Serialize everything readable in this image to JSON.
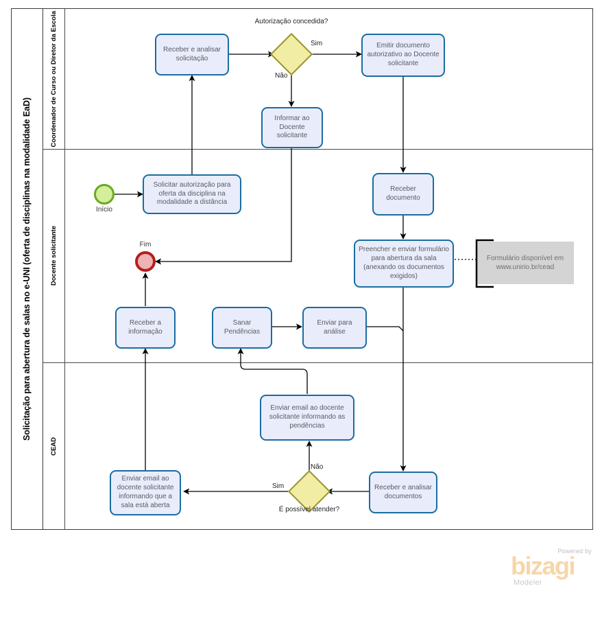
{
  "pool": {
    "title": "Solicitação para abertura de salas no e-UNI (oferta de disciplinas na modalidade EaD)"
  },
  "lanes": [
    {
      "id": "lane-coordenador",
      "label": "Coordenador de Curso ou Diretor da Escola"
    },
    {
      "id": "lane-docente",
      "label": "Docente  solicitante"
    },
    {
      "id": "lane-cead",
      "label": "CEAD"
    }
  ],
  "events": [
    {
      "id": "start-event",
      "type": "start",
      "label": "Início"
    },
    {
      "id": "end-event",
      "type": "end",
      "label": "Fim"
    }
  ],
  "tasks": [
    {
      "id": "task-receber-analisar-solicitacao",
      "lane": "lane-coordenador",
      "label": "Receber  e analisar solicitação"
    },
    {
      "id": "task-emitir-documento-autorizativo",
      "lane": "lane-coordenador",
      "label": "Emitir documento autorizativo ao Docente solicitante"
    },
    {
      "id": "task-informar-docente-solicitante",
      "lane": "lane-coordenador",
      "label": "Informar ao Docente solicitante"
    },
    {
      "id": "task-solicitar-autorizacao",
      "lane": "lane-docente",
      "label": "Solicitar autorização para oferta da disciplina na modalidade a distância"
    },
    {
      "id": "task-receber-documento",
      "lane": "lane-docente",
      "label": "Receber documento"
    },
    {
      "id": "task-preencher-enviar-formulario",
      "lane": "lane-docente",
      "label": "Preencher e enviar formulário para abertura da sala (anexando os documentos exigidos)"
    },
    {
      "id": "task-receber-informacao",
      "lane": "lane-docente",
      "label": "Receber a informação"
    },
    {
      "id": "task-sanar-pendencias",
      "lane": "lane-docente",
      "label": "Sanar Pendências"
    },
    {
      "id": "task-enviar-para-analise",
      "lane": "lane-docente",
      "label": "Enviar para análise"
    },
    {
      "id": "task-enviar-email-pendencias",
      "lane": "lane-cead",
      "label": "Enviar email ao docente solicitante informando as pendências"
    },
    {
      "id": "task-enviar-email-sala-aberta",
      "lane": "lane-cead",
      "label": "Enviar email ao docente solicitante informando que a sala está aberta"
    },
    {
      "id": "task-receber-analisar-documentos",
      "lane": "lane-cead",
      "label": "Receber e analisar documentos"
    }
  ],
  "gateways": [
    {
      "id": "gateway-autorizacao-concedida",
      "lane": "lane-coordenador",
      "label": "Autorização concedida?"
    },
    {
      "id": "gateway-possivel-atender",
      "lane": "lane-cead",
      "label": "É possível atender?"
    }
  ],
  "flow_labels": {
    "autorizacao_sim": "Sim",
    "autorizacao_nao": "Não",
    "atender_sim": "Sim",
    "atender_nao": "Não"
  },
  "annotations": [
    {
      "id": "annotation-formulario",
      "label": "Formulário disponível em www.unirio.br/cead"
    }
  ],
  "branding": {
    "powered_by": "Powered by",
    "product": "bizagi",
    "edition": "Modeler"
  },
  "colors": {
    "task_fill": "#e9ecfb",
    "task_border": "#1a6ca0",
    "gateway_fill": "#f2eda4",
    "gateway_border": "#9a9430",
    "start_fill": "#d4ee9a",
    "start_border": "#6aa821",
    "end_fill": "#f0b3b3",
    "end_border": "#b32020",
    "annotation_fill": "#d4d4d4",
    "brand_orange": "#f8d6a8",
    "flow_line": "#000000"
  }
}
